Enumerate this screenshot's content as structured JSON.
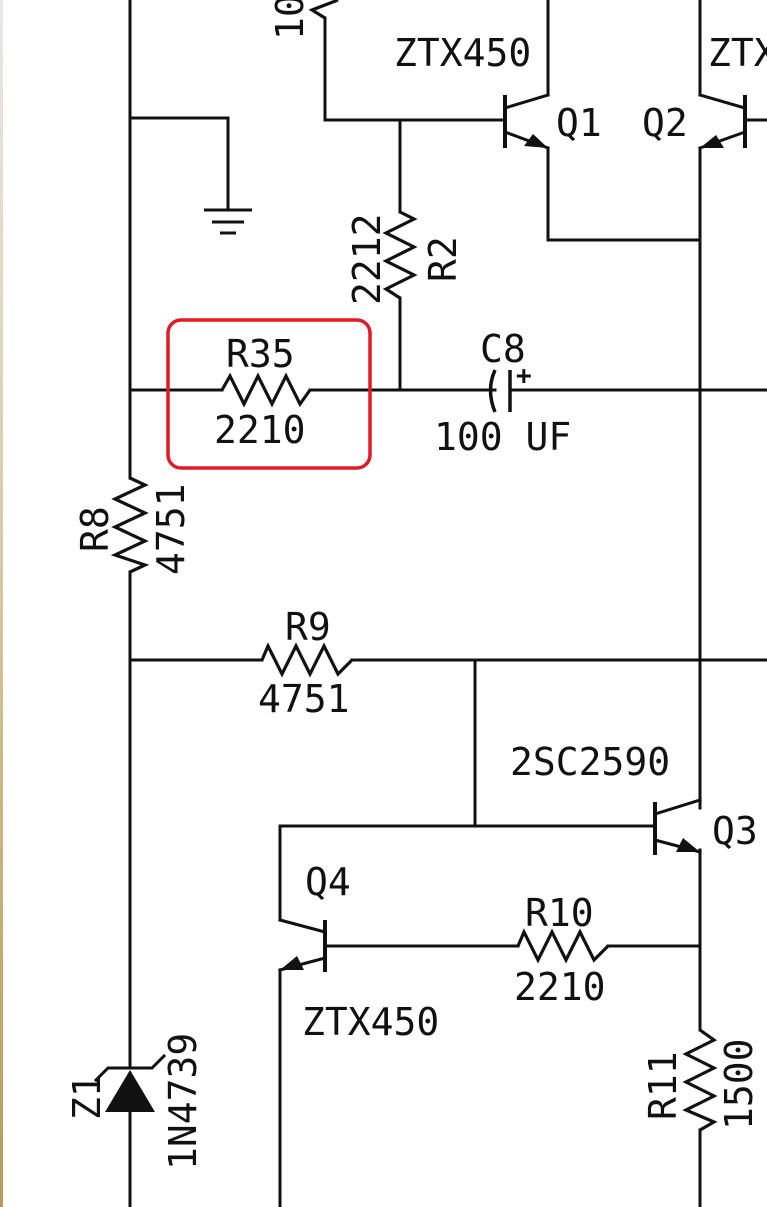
{
  "colors": {
    "ink": "#111111",
    "highlight": "#e01b24",
    "paper": "#ffffff"
  },
  "labels": {
    "top_partial_left": "10",
    "top_partial_right": "ZTX",
    "q1_part": "ZTX450",
    "q1": "Q1",
    "q2": "Q2",
    "r2": "R2",
    "r2_value": "2212",
    "r35": "R35",
    "r35_value": "2210",
    "c8": "C8",
    "c8_value": "100 UF",
    "c8_polarity": "+",
    "r8": "R8",
    "r8_value": "4751",
    "r9": "R9",
    "r9_value": "4751",
    "q3_part": "2SC2590",
    "q3": "Q3",
    "q4": "Q4",
    "q4_part": "ZTX450",
    "r10": "R10",
    "r10_value": "2210",
    "r11": "R11",
    "r11_value": "1500",
    "z1": "Z1",
    "z1_part": "1N4739"
  }
}
